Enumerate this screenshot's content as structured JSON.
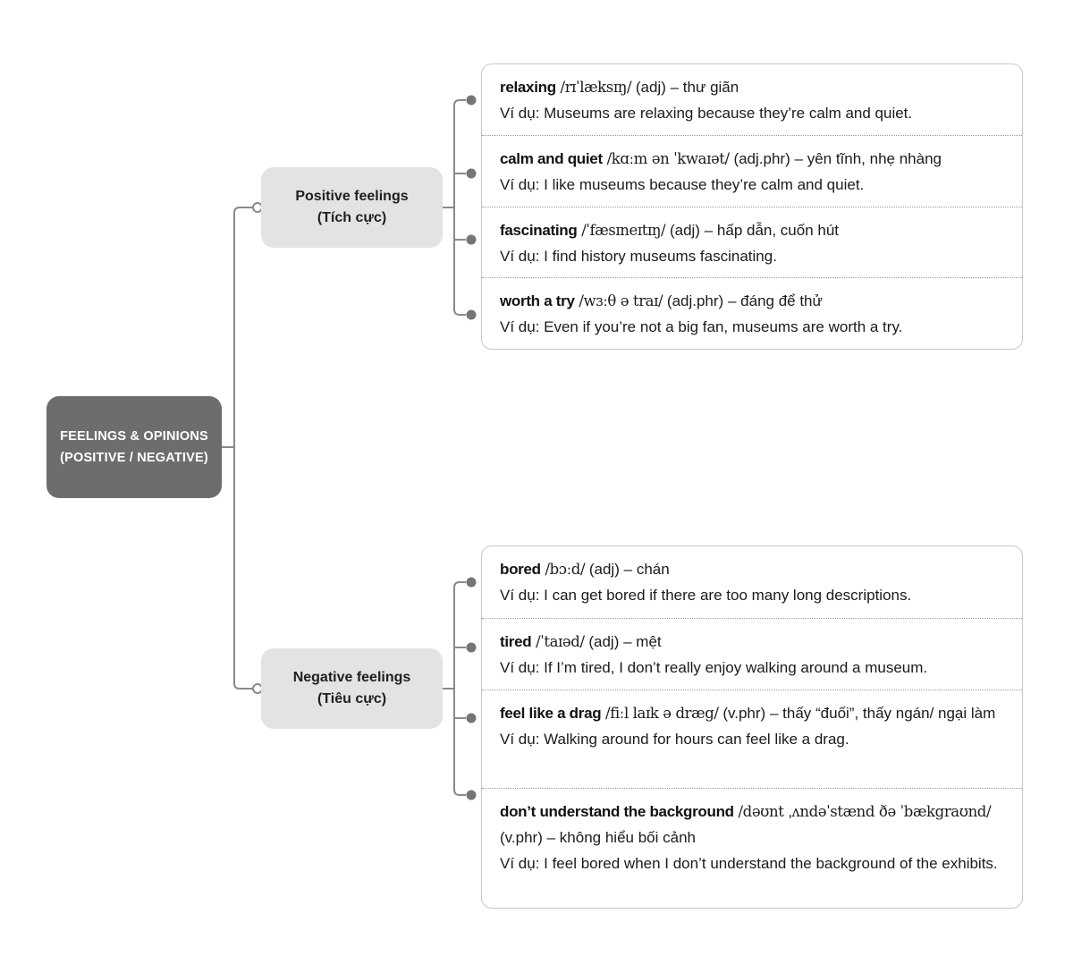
{
  "ui": {
    "dash": "–"
  },
  "colors": {
    "root_bg": "#6d6d6d",
    "branch_bg": "#e3e3e3",
    "connector_line": "#8a8a8a",
    "entry_dot": "#757575",
    "card_border": "#c6c6c6",
    "text": "#1b1b1b"
  },
  "root": {
    "label": "FEELINGS & OPINIONS (POSITIVE / NEGATIVE)"
  },
  "branches": [
    {
      "label_en": "Positive feelings",
      "label_vi": "(Tích cực)",
      "entries": [
        {
          "term": "relaxing",
          "ipa": "/rɪˈlæksɪŋ/",
          "pos": "(adj)",
          "meaning": "thư giãn",
          "example": "Ví dụ: Museums are relaxing because they’re calm and quiet."
        },
        {
          "term": "calm and quiet",
          "ipa": "/kɑːm ən ˈkwaɪət/",
          "pos": "(adj.phr)",
          "meaning": "yên tĩnh, nhẹ nhàng",
          "example": "Ví dụ: I like museums because they’re calm and quiet."
        },
        {
          "term": "fascinating",
          "ipa": "/ˈfæsɪneɪtɪŋ/",
          "pos": "(adj)",
          "meaning": "hấp dẫn, cuốn hút",
          "example": "Ví dụ: I find history museums fascinating."
        },
        {
          "term": "worth a try",
          "ipa": "/wɜːθ ə traɪ/",
          "pos": "(adj.phr)",
          "meaning": "đáng để thử",
          "example": "Ví dụ: Even if you’re not a big fan, museums are worth a try."
        }
      ]
    },
    {
      "label_en": "Negative feelings",
      "label_vi": "(Tiêu cực)",
      "entries": [
        {
          "term": "bored",
          "ipa": "/bɔːd/",
          "pos": "(adj)",
          "meaning": "chán",
          "example": "Ví dụ: I can get bored if there are too many long descriptions."
        },
        {
          "term": "tired",
          "ipa": "/ˈtaɪəd/",
          "pos": "(adj)",
          "meaning": "mệt",
          "example": "Ví dụ: If I’m tired, I don’t really enjoy walking around a museum."
        },
        {
          "term": "feel like a drag",
          "ipa": "/fiːl laɪk ə dræg/",
          "pos": "(v.phr)",
          "meaning": "thấy “đuối”, thấy ngán/ ngại làm",
          "example": "Ví dụ: Walking around for hours can feel like a drag."
        },
        {
          "term": "don’t understand the background",
          "ipa": "/dəʊnt ˌʌndəˈstænd ðə ˈbækgraʊnd/",
          "pos": "(v.phr)",
          "meaning": "không hiểu bối cảnh",
          "example": "Ví dụ: I feel bored when I don’t understand the background of the exhibits."
        }
      ]
    }
  ]
}
